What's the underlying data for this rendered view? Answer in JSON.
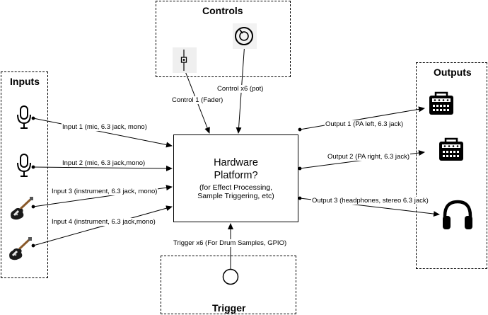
{
  "groups": {
    "controls": "Controls",
    "inputs": "Inputs",
    "outputs": "Outputs",
    "trigger": "Trigger"
  },
  "hardware": {
    "title_line1": "Hardware",
    "title_line2": "Platform?",
    "sub_line1": "(for Effect Processing,",
    "sub_line2": "Sample Triggering, etc)"
  },
  "edges": {
    "control_fader": "Control 1 (Fader)",
    "control_pot": "Control x6 (pot)",
    "input1": "Input 1 (mic, 6.3 jack, mono)",
    "input2": "Input 2 (mic, 6.3 jack,mono)",
    "input3": "Input 3 (instrument, 6.3 jack, mono)",
    "input4": "Input 4 (instrument, 6.3 jack,mono)",
    "output1": "Output 1 (PA left, 6.3 jack)",
    "output2": "Output 2 (PA right, 6.3 jack)",
    "output3": "Output 3 (headphones, stereo 6.3 jack)",
    "trigger": "Trigger x6 (For Drum Samples, GPIO)"
  },
  "icons": {
    "fader": "fader-icon",
    "pot": "knob-icon",
    "mic": "microphone-icon",
    "guitar": "electric-guitar-icon",
    "amp": "amplifier-icon",
    "headphones": "headphones-icon",
    "trigger": "trigger-button-icon"
  }
}
